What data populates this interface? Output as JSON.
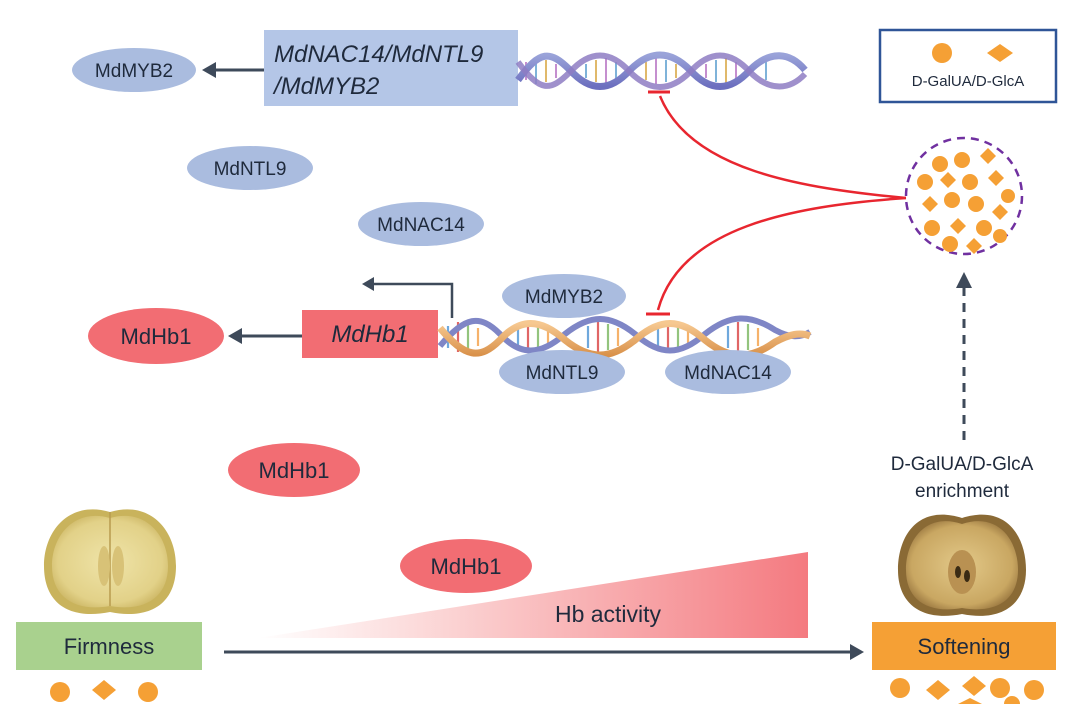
{
  "proteins": {
    "mdmyb2_top": "MdMYB2",
    "mdntl9_free": "MdNTL9",
    "mdnac14_free": "MdNAC14",
    "mdmyb2_bound": "MdMYB2",
    "mdntl9_bound": "MdNTL9",
    "mdnac14_bound": "MdNAC14",
    "mdhb1_product": "MdHb1",
    "mdhb1_free_1": "MdHb1",
    "mdhb1_free_2": "MdHb1"
  },
  "genes": {
    "top_line1": "MdNAC14/MdNTL9",
    "top_line2": "/MdMYB2",
    "mdhb1": "MdHb1"
  },
  "legend": {
    "label": "D-GalUA/D-GlcA"
  },
  "enrichment": {
    "line1": "D-GalUA/D-GlcA",
    "line2": "enrichment"
  },
  "gradient": {
    "label": "Hb activity"
  },
  "stages": {
    "firmness": "Firmness",
    "softening": "Softening"
  },
  "colors": {
    "protein_blue": "#aabcdf",
    "gene_blue": "#b4c6e7",
    "red": "#f26d73",
    "orange": "#f5a035",
    "green": "#a9d18e",
    "inhibit": "#e8262f",
    "arrow": "#3e4a5a",
    "purple": "#7030a0",
    "legend_border": "#2f5597"
  }
}
